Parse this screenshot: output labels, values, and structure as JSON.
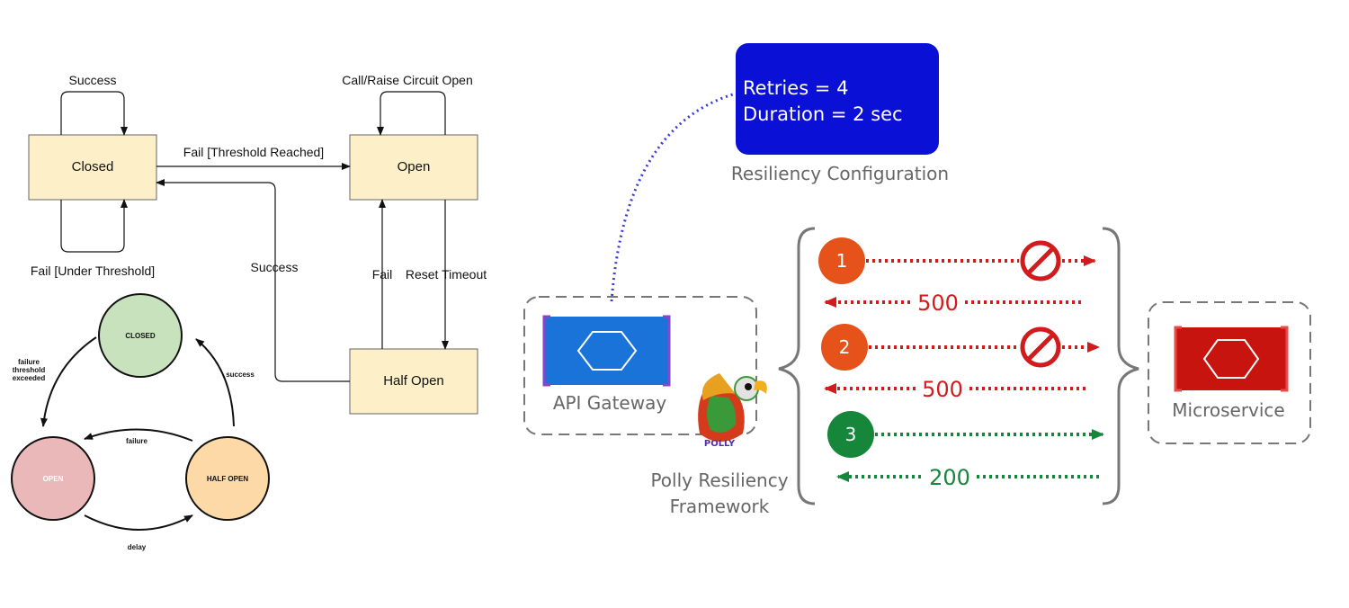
{
  "state_diagram": {
    "states": {
      "closed": "Closed",
      "open": "Open",
      "half_open": "Half Open"
    },
    "transitions": {
      "closed_self": "Success",
      "open_self": "Call/Raise Circuit Open",
      "closed_to_open": "Fail [Threshold Reached]",
      "closed_under": "Fail [Under Threshold]",
      "half_to_closed": "Success",
      "half_to_open": "Fail",
      "open_to_half": "Reset Timeout"
    }
  },
  "circle_diagram": {
    "states": {
      "closed": "CLOSED",
      "open": "OPEN",
      "half_open": "HALF OPEN"
    },
    "edges": {
      "threshold": [
        "failure",
        "threshold",
        "exceeded"
      ],
      "success": "success",
      "failure": "failure",
      "delay": "delay"
    }
  },
  "polly": {
    "config": {
      "line1": "Retries = 4",
      "line2": "Duration = 2 sec",
      "caption": "Resiliency Configuration"
    },
    "gateway_label": "API Gateway",
    "framework_label": [
      "Polly Resiliency",
      "Framework"
    ],
    "logo_text": "POLLY",
    "service_label": "Microservice",
    "attempts": [
      {
        "number": "1",
        "response": "500"
      },
      {
        "number": "2",
        "response": "500"
      },
      {
        "number": "3",
        "response": "200"
      }
    ],
    "colors": {
      "config_box": "#0a10d6",
      "fail": "#d01c1c",
      "success": "#16873a",
      "badge_fail": "#e5521a",
      "gateway": "#1a73d8",
      "service": "#c8140e"
    }
  }
}
